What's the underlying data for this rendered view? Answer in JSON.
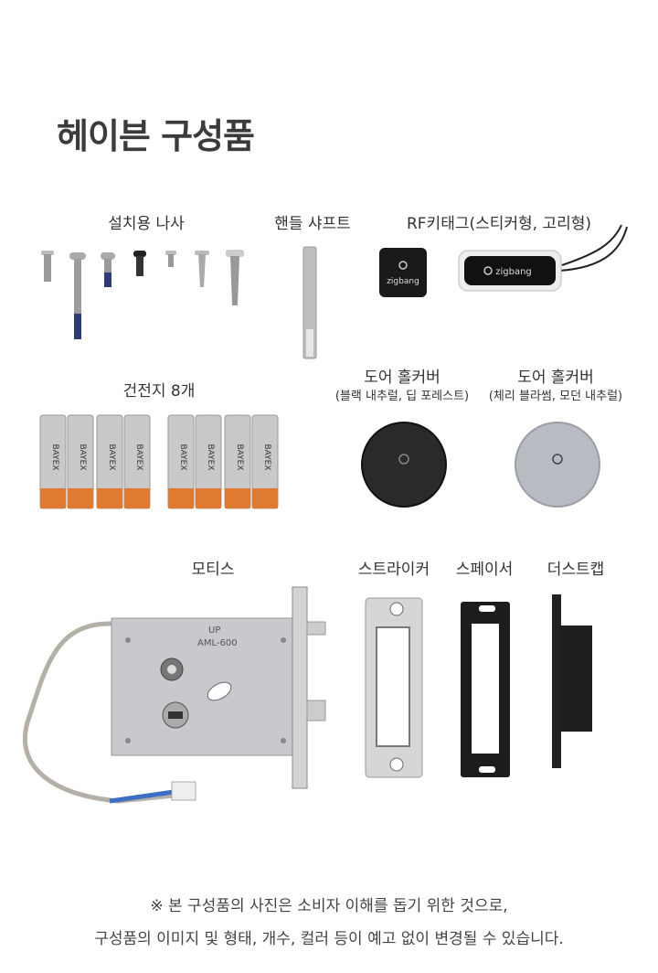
{
  "title": "헤이븐 구성품",
  "items": {
    "screws": "설치용 나사",
    "shaft": "핸들 샤프트",
    "rf_tag": "RF키태그(스티커형, 고리형)",
    "batteries": "건전지 8개",
    "cover_black": {
      "label": "도어 홀커버",
      "sub": "(블랙 내추럴, 딥 포레스트)"
    },
    "cover_silver": {
      "label": "도어 홀커버",
      "sub": "(체리 블라썸, 모던 내추럴)"
    },
    "mortise": "모티스",
    "striker": "스트라이커",
    "spacer": "스페이서",
    "dustcap": "더스트캡"
  },
  "brand_text": "zigbang",
  "battery_brand": "BAYEX",
  "mortise_text": [
    "UP",
    "AML-600"
  ],
  "notes": [
    "※ 본 구성품의 사진은 소비자 이해를 돕기 위한 것으로,",
    "구성품의 이미지 및 형태, 개수, 컬러 등이 예고 없이 변경될 수 있습니다."
  ],
  "colors": {
    "title": "#3b3b3b",
    "battery_orange": "#e07a2e",
    "battery_silver": "#c9c9c9"
  }
}
